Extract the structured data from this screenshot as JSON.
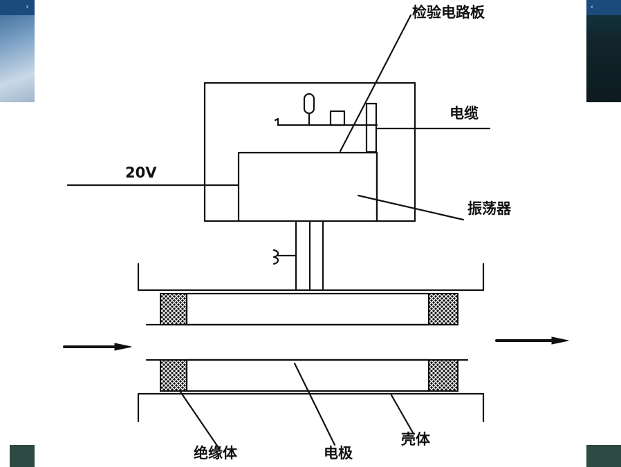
{
  "labels": {
    "board": "检验电路板",
    "cable": "电缆",
    "voltage": "20V",
    "oscillator": "振荡器",
    "insulator": "绝缘体",
    "electrode": "电极",
    "housing": "壳体"
  },
  "colors": {
    "line": "#111111",
    "background": "#ffffff",
    "hatch": "#111111"
  },
  "icons": {
    "corner_tl": "slide-corner-graphic",
    "corner_tr": "slide-corner-graphic",
    "corner_bl": "slide-corner-block",
    "corner_br": "slide-corner-block"
  }
}
